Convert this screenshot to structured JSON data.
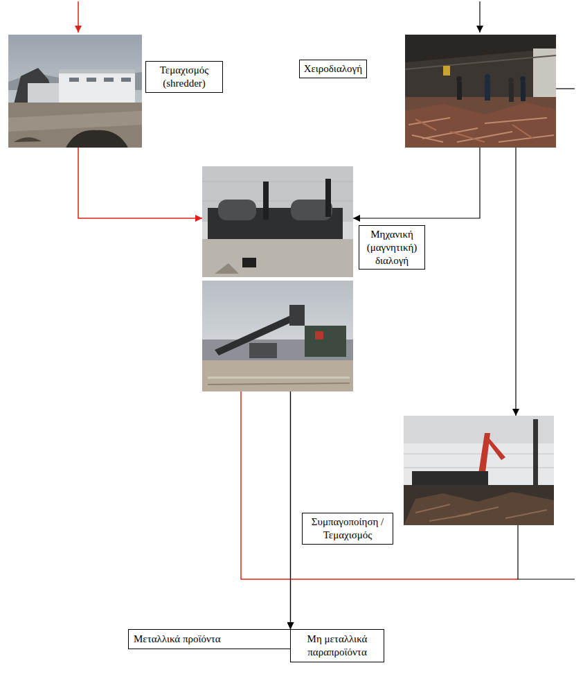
{
  "diagram": {
    "nodes": [
      {
        "text": [
          "Τεμαχισμός (shredder)"
        ]
      },
      {
        "text": [
          "Χειροδιαλογή"
        ]
      },
      {
        "text": [
          "Μηχανική (μαγνητική) διαλογή"
        ]
      },
      {
        "text": [
          "Συμπαγοποίηση / Τεμαχισμός"
        ]
      },
      {
        "text": [
          "Μεταλλικά προϊόντα"
        ]
      },
      {
        "text": [
          "Μη μεταλλικά παραπροϊόντα"
        ]
      }
    ],
    "edges": [
      {
        "from": 0,
        "to": 2,
        "arrow": "to"
      },
      {
        "from": 1,
        "to": 2,
        "arrow": "to"
      },
      {
        "from": 1,
        "to": 3,
        "arrow": "to"
      },
      {
        "from": 2,
        "to": 4,
        "arrow": "to"
      },
      {
        "from": 2,
        "to": 5,
        "arrow": "to"
      }
    ]
  }
}
